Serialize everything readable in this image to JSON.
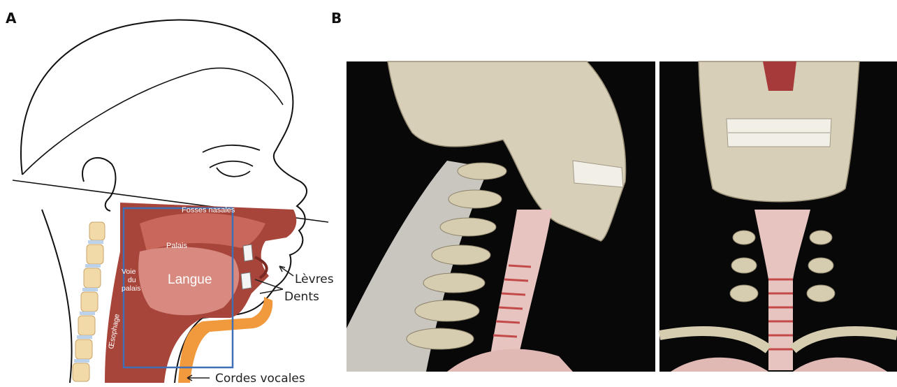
{
  "panels": {
    "a": {
      "letter": "A"
    },
    "b": {
      "letter": "B"
    }
  },
  "diagram": {
    "labels": {
      "fosses_nasales": "Fosses nasales",
      "palais": "Palais",
      "voie": "Voie",
      "du": "du",
      "palais2": "palais",
      "langue": "Langue",
      "oesophage": "Œsophage",
      "levres": "Lèvres",
      "dents": "Dents",
      "cordes_vocales": "Cordes vocales"
    },
    "colors": {
      "tissue_dark": "#a8453a",
      "tissue_mid": "#c9675a",
      "tongue": "#d98a80",
      "airway_orange": "#f0993d",
      "vertebra": "#f1d9a8",
      "box_blue": "#3f6fb5",
      "render_bg": "#080808"
    }
  }
}
